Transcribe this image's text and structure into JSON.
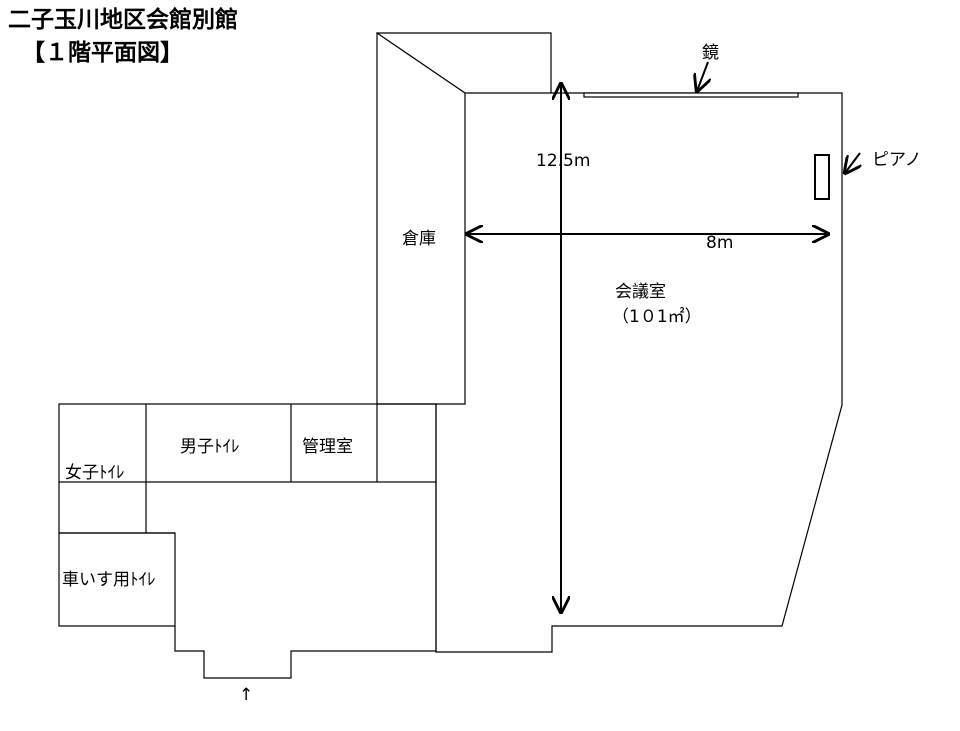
{
  "title": {
    "line1": "二子玉川地区会館別館",
    "line2": "【１階平面図】"
  },
  "rooms": {
    "storage": "倉庫",
    "meeting_room": "会議室",
    "meeting_room_area": "（1０1㎡）",
    "mens_toilet": "男子ﾄｲﾚ",
    "management_office": "管理室",
    "womens_toilet": "女子ﾄｲﾚ",
    "wheelchair_toilet": "車いす用ﾄｲﾚ"
  },
  "annotations": {
    "mirror": "鏡",
    "piano": "ピアノ",
    "entrance_arrow": "↑"
  },
  "dimensions": {
    "depth": "12.5m",
    "width": "8m"
  }
}
